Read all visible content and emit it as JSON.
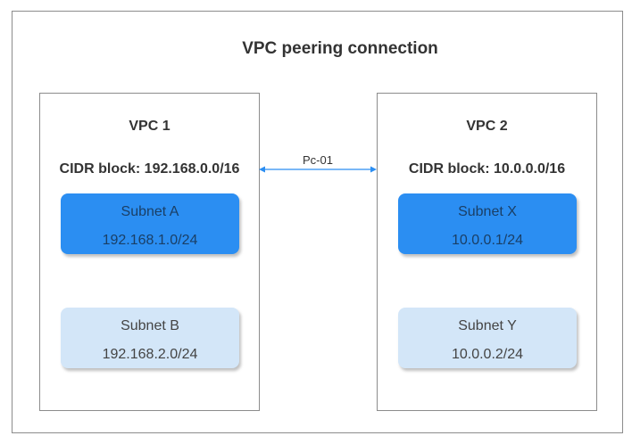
{
  "title": "VPC peering connection",
  "peering": {
    "label": "Pc-01",
    "color": "#2b8ef2"
  },
  "vpcs": [
    {
      "name": "VPC 1",
      "cidr": "CIDR block: 192.168.0.0/16",
      "subnets": [
        {
          "name": "Subnet A",
          "cidr": "192.168.1.0/24",
          "style": "primary"
        },
        {
          "name": "Subnet B",
          "cidr": "192.168.2.0/24",
          "style": "secondary"
        }
      ]
    },
    {
      "name": "VPC 2",
      "cidr": "CIDR block: 10.0.0.0/16",
      "subnets": [
        {
          "name": "Subnet X",
          "cidr": "10.0.0.1/24",
          "style": "primary"
        },
        {
          "name": "Subnet Y",
          "cidr": "10.0.0.2/24",
          "style": "secondary"
        }
      ]
    }
  ],
  "colors": {
    "subnet_primary": "#2b8ef2",
    "subnet_secondary": "#d3e6f8",
    "border": "#8c8c8c"
  }
}
